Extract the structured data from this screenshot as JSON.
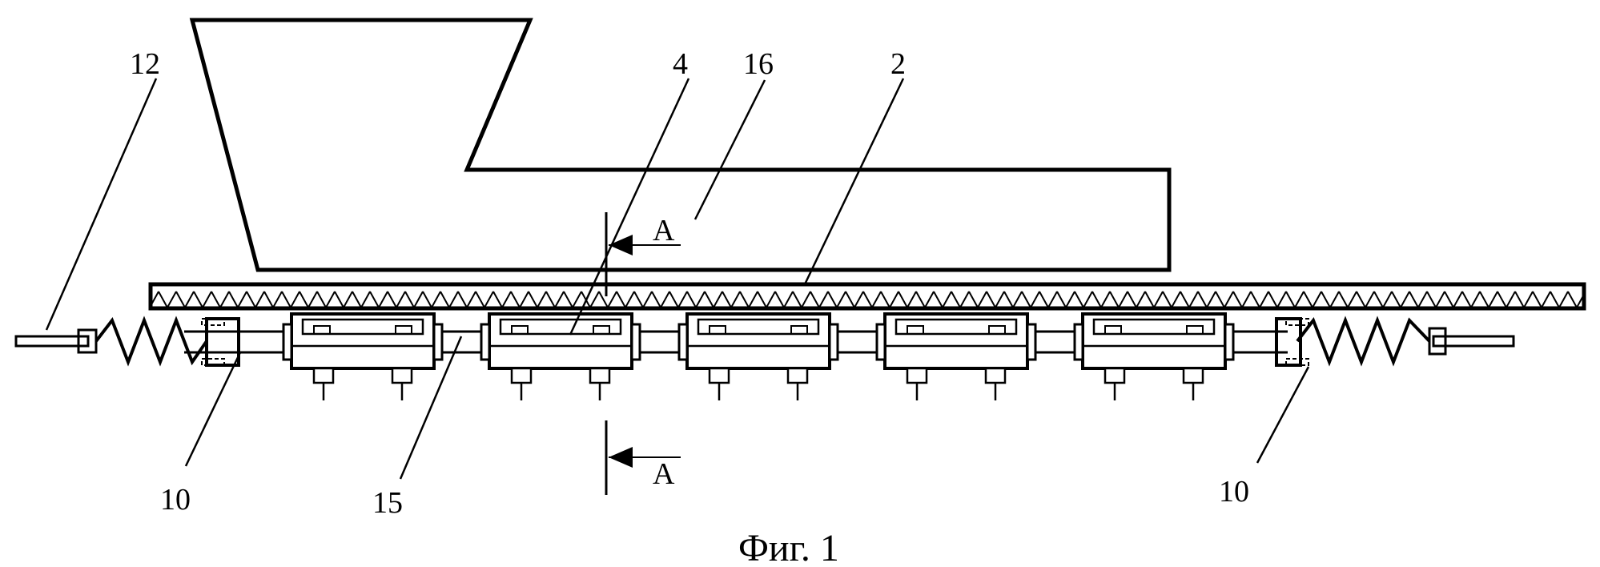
{
  "figure": {
    "caption": "Фиг. 1",
    "section_marker": "A",
    "labels": {
      "l12": "12",
      "l4": "4",
      "l16": "16",
      "l2": "2",
      "l10_left": "10",
      "l15": "15",
      "l10_right": "10",
      "sec_top": "A",
      "sec_bottom": "A"
    },
    "module_count": 5
  }
}
